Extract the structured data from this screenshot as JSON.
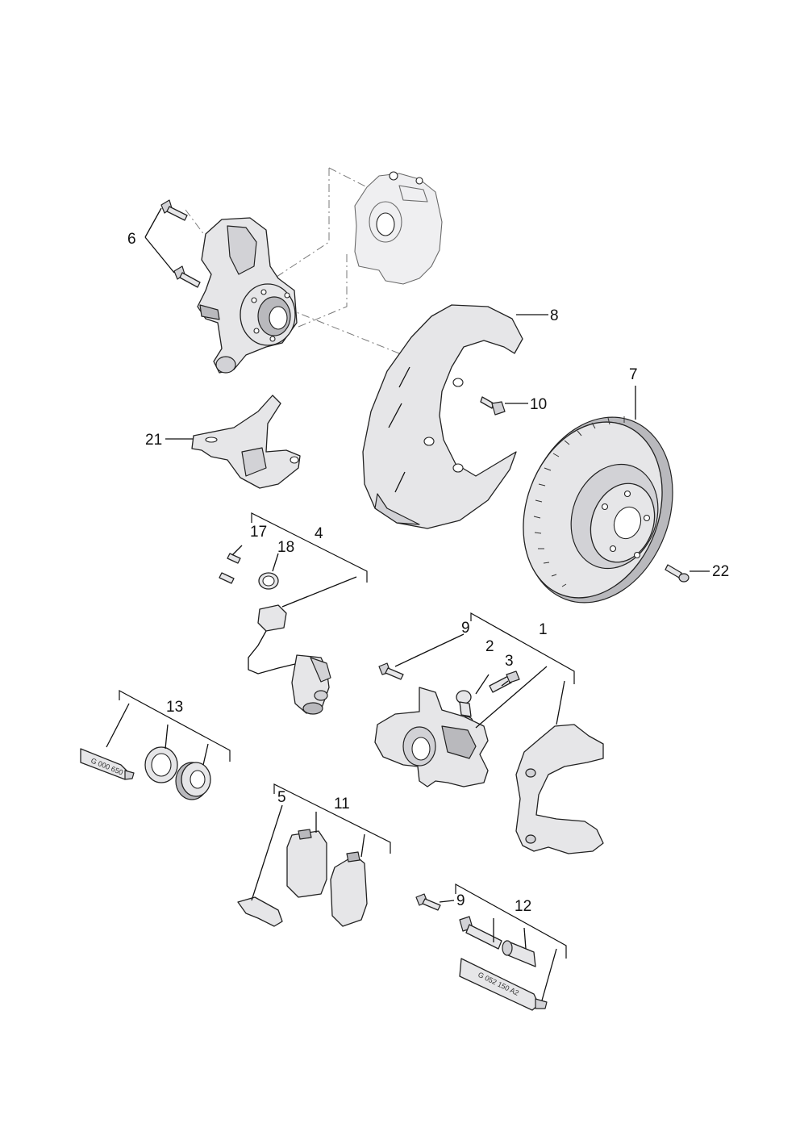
{
  "callouts": {
    "c1": "1",
    "c2": "2",
    "c3": "3",
    "c4": "4",
    "c5": "5",
    "c6": "6",
    "c7": "7",
    "c8": "8",
    "c9a": "9",
    "c9b": "9",
    "c10": "10",
    "c11": "11",
    "c12": "12",
    "c13": "13",
    "c17": "17",
    "c18": "18",
    "c21": "21",
    "c22": "22"
  },
  "tube_labels": {
    "grease_small": "G 000 650",
    "grease_large": "G 052 150 A2"
  },
  "colors": {
    "part_fill": "#e6e6e8",
    "part_shadow": "#b9b9bd",
    "line": "#111111"
  }
}
